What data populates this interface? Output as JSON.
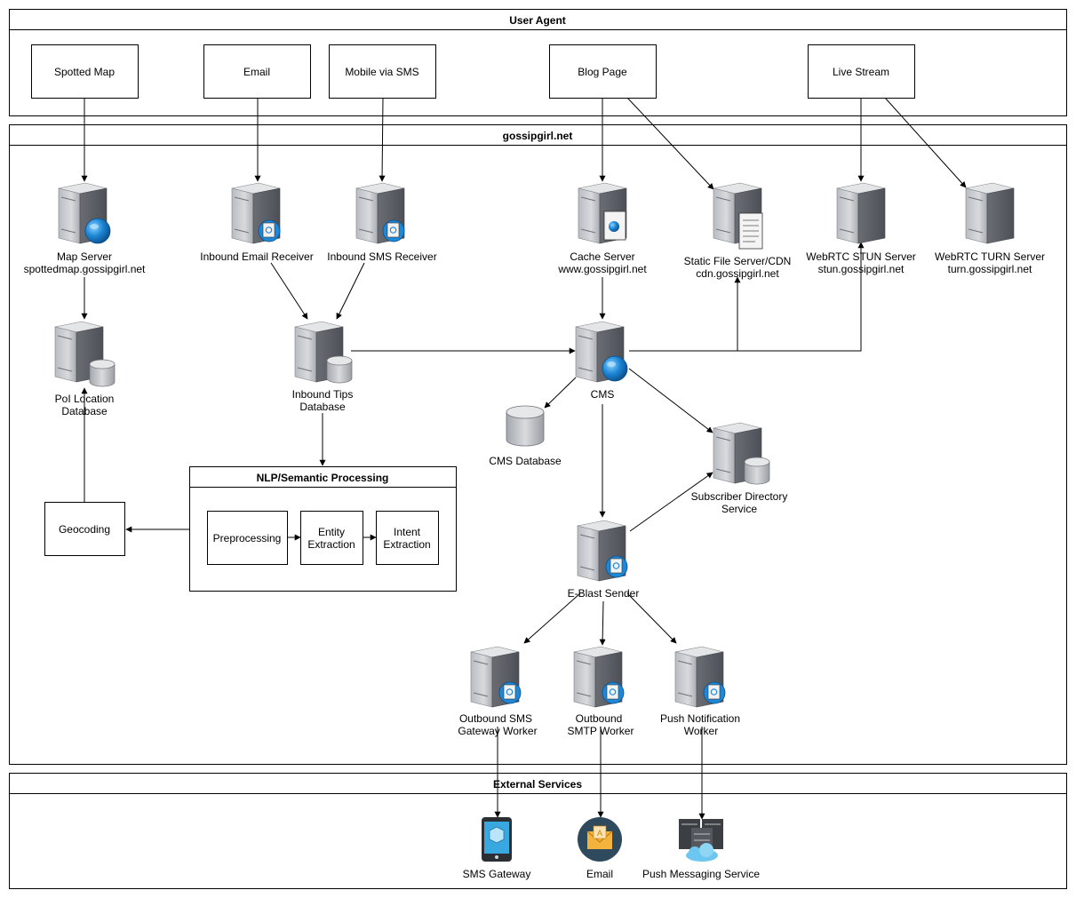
{
  "containers": {
    "user_agent": "User Agent",
    "gossipgirl": "gossipgirl.net",
    "nlp": "NLP/Semantic Processing",
    "external": "External Services"
  },
  "boxes": {
    "spotted_map": "Spotted Map",
    "email": "Email",
    "mobile_sms": "Mobile via SMS",
    "blog_page": "Blog Page",
    "live_stream": "Live Stream",
    "geocoding": "Geocoding",
    "preprocessing": "Preprocessing",
    "entity_l1": "Entity",
    "entity_l2": "Extraction",
    "intent_l1": "Intent",
    "intent_l2": "Extraction"
  },
  "nodes": {
    "map_server_l1": "Map Server",
    "map_server_l2": "spottedmap.gossipgirl.net",
    "inbound_email": "Inbound Email Receiver",
    "inbound_sms": "Inbound SMS Receiver",
    "cache_l1": "Cache Server",
    "cache_l2": "www.gossipgirl.net",
    "static_l1": "Static File Server/CDN",
    "static_l2": "cdn.gossipgirl.net",
    "stun_l1": "WebRTC STUN Server",
    "stun_l2": "stun.gossipgirl.net",
    "turn_l1": "WebRTC TURN Server",
    "turn_l2": "turn.gossipgirl.net",
    "poi_l1": "PoI Location",
    "poi_l2": "Database",
    "tips_l1": "Inbound Tips",
    "tips_l2": "Database",
    "cms": "CMS",
    "cms_db": "CMS Database",
    "subscriber_l1": "Subscriber Directory",
    "subscriber_l2": "Service",
    "eblast": "E-Blast Sender",
    "out_sms_l1": "Outbound SMS",
    "out_sms_l2": "Gateway Worker",
    "out_smtp_l1": "Outbound",
    "out_smtp_l2": "SMTP Worker",
    "push_worker_l1": "Push Notification",
    "push_worker_l2": "Worker",
    "sms_gateway": "SMS Gateway",
    "ext_email": "Email",
    "push_service": "Push Messaging Service"
  },
  "icons": {
    "server": "server-icon",
    "globe_badge": "globe-icon",
    "mail_badge": "mail-icon",
    "database_badge": "database-icon",
    "document_badge": "document-icon",
    "phone": "mobile-phone-icon",
    "envelope": "envelope-icon",
    "cloud_servers": "cloud-servers-icon"
  },
  "colors": {
    "line": "#000000",
    "server_body": "#9ea1a6",
    "server_side": "#5f6268",
    "badge_blue": "#1e88d6",
    "phone_screen": "#39a8e0",
    "envelope_bg": "#2f4a5d",
    "envelope_fg": "#f3b33d"
  }
}
